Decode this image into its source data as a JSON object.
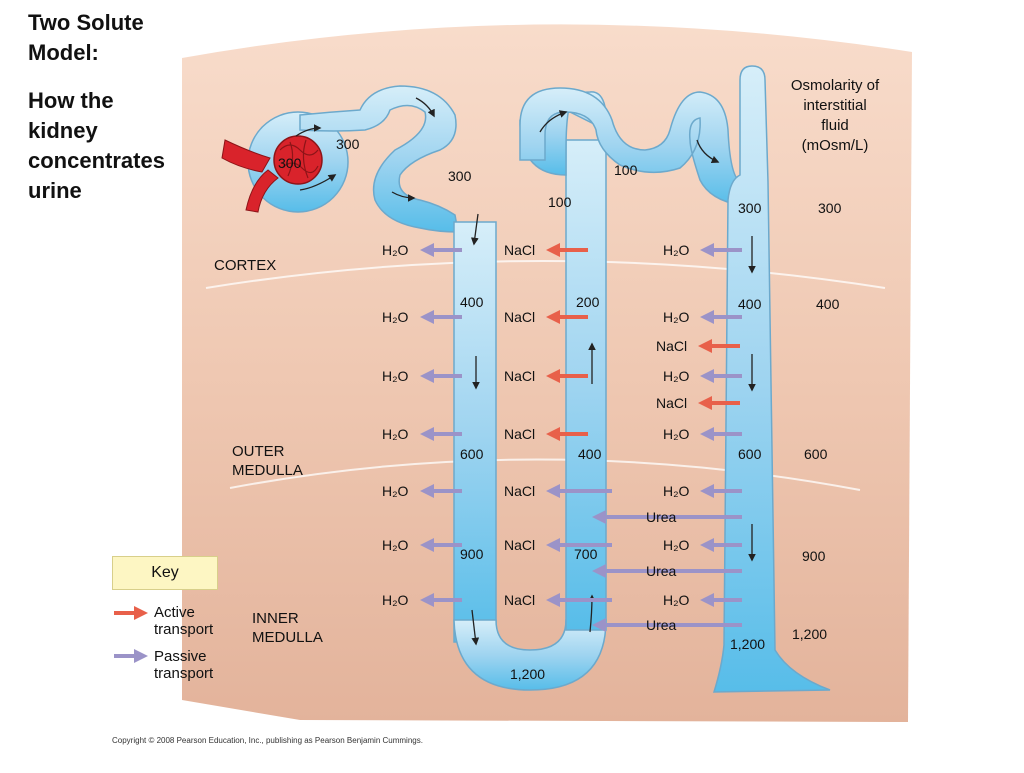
{
  "title": {
    "line1": "Two Solute",
    "line2": "Model:",
    "line3": "How the",
    "line4": "kidney",
    "line5": "concentrates",
    "line6": "urine"
  },
  "zones": {
    "cortex": "CORTEX",
    "outer1": "OUTER",
    "outer2": "MEDULLA",
    "inner1": "INNER",
    "inner2": "MEDULLA"
  },
  "osmolarity_header": {
    "line1": "Osmolarity of",
    "line2": "interstitial",
    "line3": "fluid",
    "line4": "(mOsm/L)"
  },
  "key": {
    "title": "Key",
    "active1": "Active",
    "active2": "transport",
    "passive1": "Passive",
    "passive2": "transport"
  },
  "copyright": "Copyright © 2008 Pearson Education, Inc., publishing as Pearson Benjamin Cummings.",
  "substances": {
    "water": "H₂O",
    "salt": "NaCl",
    "urea": "Urea"
  },
  "values": {
    "glomerulus": "300",
    "bowman": "300",
    "descending_top": "300",
    "descending_400": "400",
    "descending_600": "600",
    "descending_900": "900",
    "loop_bottom": "1,200",
    "ascending_100": "100",
    "ascending_200": "200",
    "ascending_400": "400",
    "ascending_700": "700",
    "distal": "100",
    "collecting_300": "300",
    "collecting_400": "400",
    "collecting_600": "600",
    "collecting_1200": "1,200"
  },
  "interstitial": [
    "300",
    "400",
    "600",
    "900",
    "1,200"
  ],
  "colors": {
    "cortex": "#f6d9c6",
    "medulla": "#e6b9a2",
    "tubule": "#a9d8f2",
    "active": "#e8604a",
    "passive": "#9b93c8",
    "blood": "#d9232b"
  }
}
